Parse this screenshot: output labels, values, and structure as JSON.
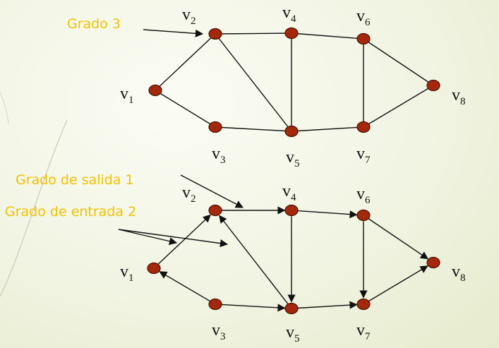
{
  "annotations": {
    "degree": "Grado 3",
    "out_degree": "Grado de salida 1",
    "in_degree": "Grado de entrada 2"
  },
  "colors": {
    "annotation": "#f2c200",
    "node_fill": "#a3280c",
    "edge": "#111111",
    "background": "#f1f4e2"
  },
  "vertex_labels": [
    {
      "letter": "v",
      "sub": "1"
    },
    {
      "letter": "v",
      "sub": "2"
    },
    {
      "letter": "v",
      "sub": "3"
    },
    {
      "letter": "v",
      "sub": "4"
    },
    {
      "letter": "v",
      "sub": "5"
    },
    {
      "letter": "v",
      "sub": "6"
    },
    {
      "letter": "v",
      "sub": "7"
    },
    {
      "letter": "v",
      "sub": "8"
    }
  ],
  "undirected_graph": {
    "edges": [
      [
        "v1",
        "v2"
      ],
      [
        "v1",
        "v3"
      ],
      [
        "v2",
        "v4"
      ],
      [
        "v2",
        "v5"
      ],
      [
        "v4",
        "v5"
      ],
      [
        "v3",
        "v5"
      ],
      [
        "v4",
        "v6"
      ],
      [
        "v5",
        "v7"
      ],
      [
        "v6",
        "v7"
      ],
      [
        "v6",
        "v8"
      ],
      [
        "v7",
        "v8"
      ]
    ]
  },
  "directed_graph": {
    "edges": [
      [
        "v1",
        "v2"
      ],
      [
        "v3",
        "v1"
      ],
      [
        "v2",
        "v4"
      ],
      [
        "v5",
        "v2"
      ],
      [
        "v4",
        "v5"
      ],
      [
        "v3",
        "v5"
      ],
      [
        "v4",
        "v6"
      ],
      [
        "v5",
        "v7"
      ],
      [
        "v6",
        "v7"
      ],
      [
        "v6",
        "v8"
      ],
      [
        "v7",
        "v8"
      ]
    ]
  }
}
